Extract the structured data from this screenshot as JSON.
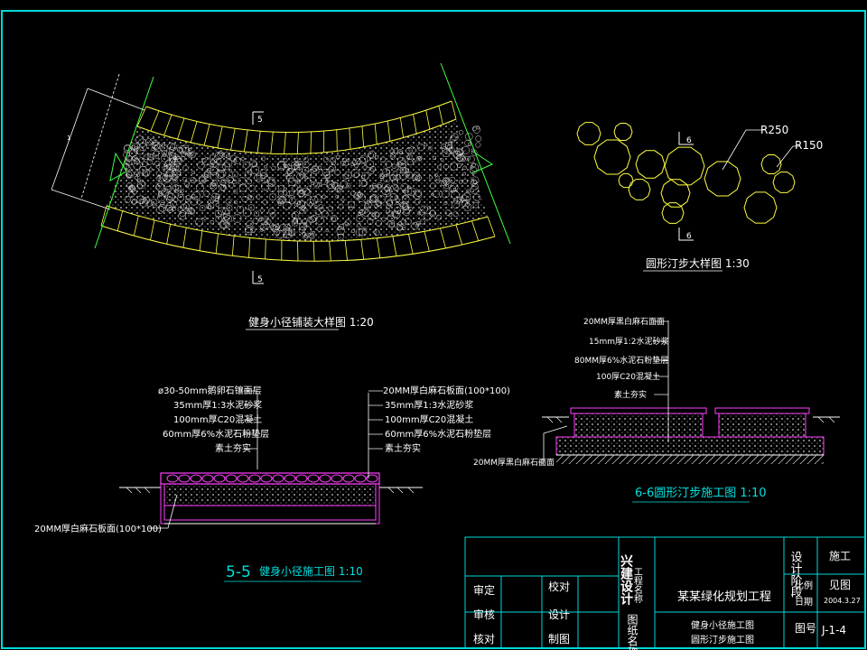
{
  "drawing": {
    "colors": {
      "border": "#00d8d8",
      "yellow": "#ffff40",
      "white": "#ffffff",
      "magenta": "#ff40ff",
      "green": "#40ff40",
      "cyan_text": "#00e0e0"
    },
    "paving_detail": {
      "title": "健身小径铺装大样图 1:20",
      "section_mark": "5",
      "dim_label": "1"
    },
    "round_step_detail": {
      "title": "圆形汀步大样图 1:30",
      "section_mark": "6",
      "radius_large": "R250",
      "radius_small": "R150"
    },
    "section_5_5": {
      "title_prefix": "5-5",
      "title_rest": "健身小径施工图 1:10",
      "left_labels": [
        "ø30-50mm鹅卵石镶面层",
        "35mm厚1:3水泥砂浆",
        "100mm厚C20混凝土",
        "60mm厚6%水泥石粉垫层",
        "素土夯实"
      ],
      "right_labels": [
        "20MM厚白麻石板面(100*100)",
        "35mm厚1:3水泥砂浆",
        "100mm厚C20混凝土",
        "60mm厚6%水泥石粉垫层",
        "素土夯实"
      ],
      "bottom_label": "20MM厚白麻石板面(100*100)"
    },
    "section_6_6": {
      "title": "6-6圆形汀步施工图 1:10",
      "labels": [
        "20MM厚黑白麻石面面",
        "15mm厚1:2水泥砂浆",
        "80MM厚6%水泥石粉垫层",
        "100厚C20混凝土",
        "素土夯实"
      ],
      "bottom_label": "20MM厚黑白麻石面面"
    },
    "title_block": {
      "company_vertical": "兴建设计",
      "review": "审定",
      "check": "审核",
      "approve": "核对",
      "school": "校对",
      "design": "设计",
      "draw": "制图",
      "project_name_label": "工程名称",
      "drawing_name_label": "图纸名称",
      "project": "某某绿化规划工程",
      "drawing_name_1": "健身小径施工图",
      "drawing_name_2": "圆形汀步施工图",
      "design_label": "设计阶段",
      "stage": "施工",
      "scale_label": "比例",
      "scale": "见图",
      "date_label": "日期",
      "date": "2004.3.27",
      "no_label": "图号",
      "number": "J-1-4"
    }
  }
}
